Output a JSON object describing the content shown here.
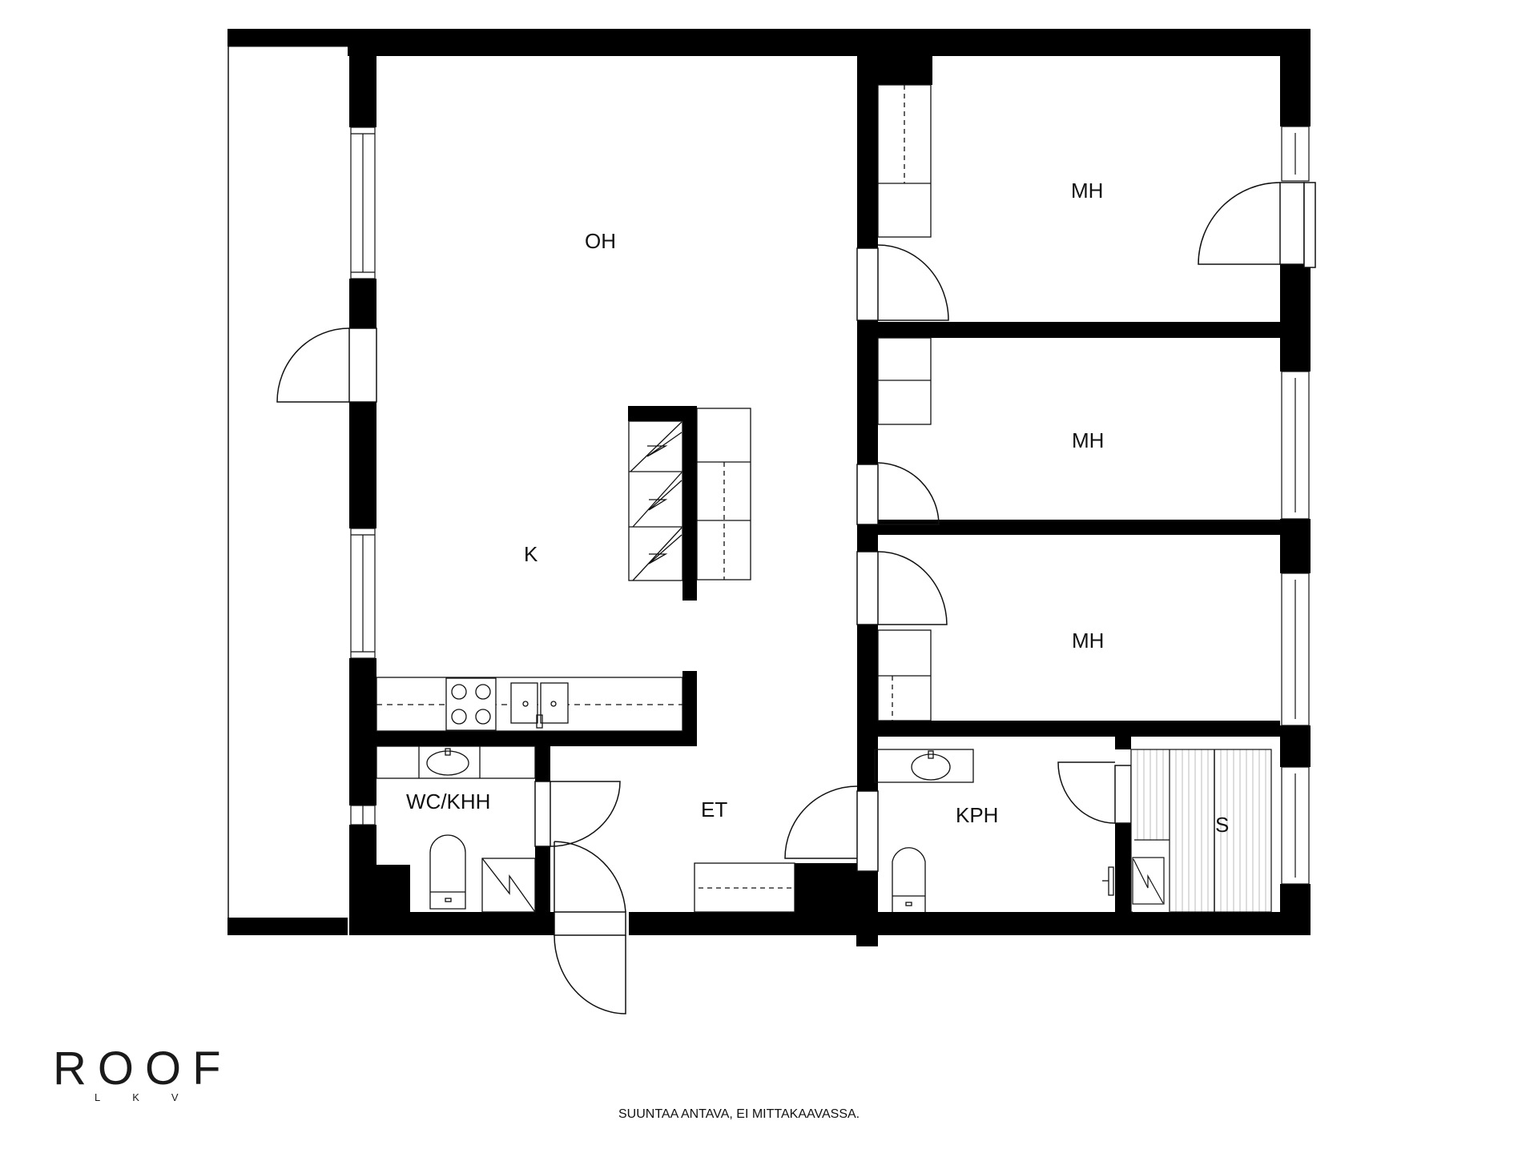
{
  "plan": {
    "rooms": [
      {
        "id": "oh",
        "label": "OH"
      },
      {
        "id": "k",
        "label": "K"
      },
      {
        "id": "mh1",
        "label": "MH"
      },
      {
        "id": "mh2",
        "label": "MH"
      },
      {
        "id": "mh3",
        "label": "MH"
      },
      {
        "id": "wc",
        "label": "WC/KHH"
      },
      {
        "id": "et",
        "label": "ET"
      },
      {
        "id": "kph",
        "label": "KPH"
      },
      {
        "id": "s",
        "label": "S"
      }
    ],
    "wall_color": "#000000",
    "line_color": "#111111",
    "sauna_slat_color": "#bbbbbb"
  },
  "brand": {
    "logo": "ROOF",
    "logo_sub": "LKV"
  },
  "caption": "SUUNTAA ANTAVA, EI MITTAKAAVASSA."
}
